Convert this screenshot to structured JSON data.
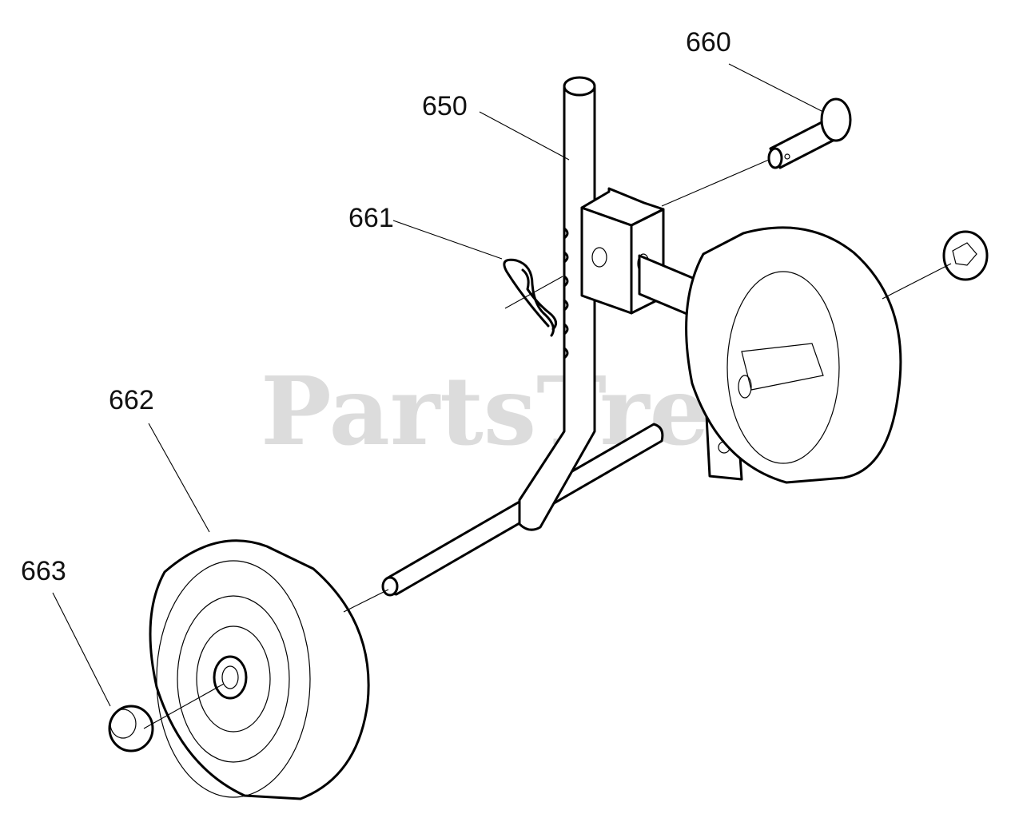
{
  "watermark": "PartsTree",
  "callouts": {
    "p650": "650",
    "p660": "660",
    "p661": "661",
    "p662": "662",
    "p663": "663"
  },
  "parts": [
    {
      "number": "650",
      "item": "handle-frame"
    },
    {
      "number": "660",
      "item": "clevis-pin"
    },
    {
      "number": "661",
      "item": "hairpin-clip"
    },
    {
      "number": "662",
      "item": "wheel"
    },
    {
      "number": "663",
      "item": "push-cap"
    }
  ]
}
